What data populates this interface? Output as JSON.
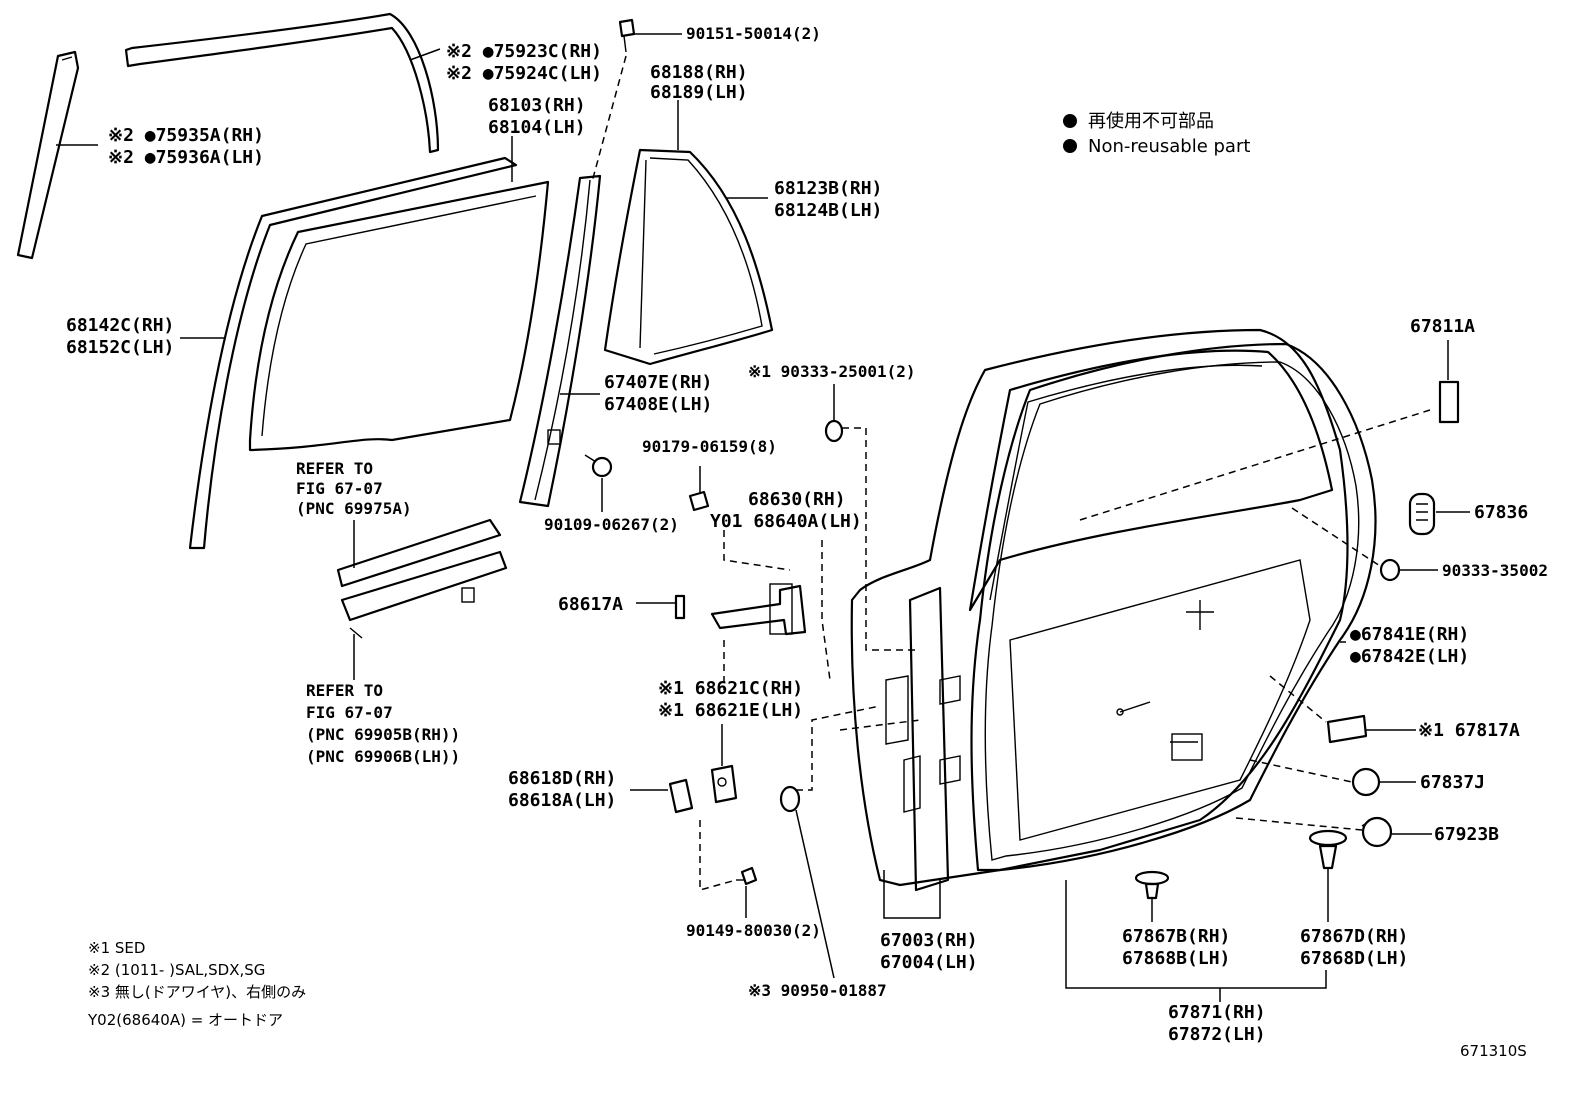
{
  "legend": {
    "jp": "再使用不可部品",
    "en": "Non-reusable part"
  },
  "labels": {
    "moulding_75923": [
      "※2 ●75923C(RH)",
      "※2 ●75924C(LH)"
    ],
    "moulding_75935": [
      "※2 ●75935A(RH)",
      "※2 ●75936A(LH)"
    ],
    "bolt_90151": "90151-50014(2)",
    "glass_68103": [
      "68103(RH)",
      "68104(LH)"
    ],
    "weather_68188": [
      "68188(RH)",
      "68189(LH)"
    ],
    "weather_68123": [
      "68123B(RH)",
      "68124B(LH)"
    ],
    "glass_68142": [
      "68142C(RH)",
      "68152C(LH)"
    ],
    "channel_67407": [
      "67407E(RH)",
      "67408E(LH)"
    ],
    "plug_90333_25001": "※1 90333-25001(2)",
    "refer_top": [
      "REFER TO",
      "FIG 67-07",
      "(PNC 69975A)"
    ],
    "refer_bottom": [
      "REFER TO",
      "FIG 67-07",
      "(PNC 69905B(RH))",
      "(PNC 69906B(LH))"
    ],
    "bolt_90179": "90179-06159(8)",
    "bolt_90109": "90109-06267(2)",
    "check_68630": [
      "68630(RH)",
      "Y01 68640A(LH)"
    ],
    "pin_68617": "68617A",
    "hinge_68621": [
      "※1 68621C(RH)",
      "※1 68621E(LH)"
    ],
    "hinge_68618": [
      "68618D(RH)",
      "68618A(LH)"
    ],
    "bolt_90149": "90149-80030(2)",
    "plug_90950": "※3 90950-01887",
    "door_67003": [
      "67003(RH)",
      "67004(LH)"
    ],
    "label_67811": "67811A",
    "plug_67836": "67836",
    "plug_90333_35002": "90333-35002",
    "seal_67841": [
      "●67841E(RH)",
      "●67842E(LH)"
    ],
    "seal_67817": "※1 67817A",
    "clip_67837": "67837J",
    "clip_67923": "67923B",
    "clip_67867B": [
      "67867B(RH)",
      "67868B(LH)"
    ],
    "clip_67867D": [
      "67867D(RH)",
      "67868D(LH)"
    ],
    "weather_67871": [
      "67871(RH)",
      "67872(LH)"
    ]
  },
  "notes": [
    "※1 SED",
    "※2 (1011-         )SAL,SDX,SG",
    "※3 無し(ドアワイヤ)、右側のみ",
    "Y02(68640A) = オートドア"
  ],
  "figure_id": "671310S"
}
